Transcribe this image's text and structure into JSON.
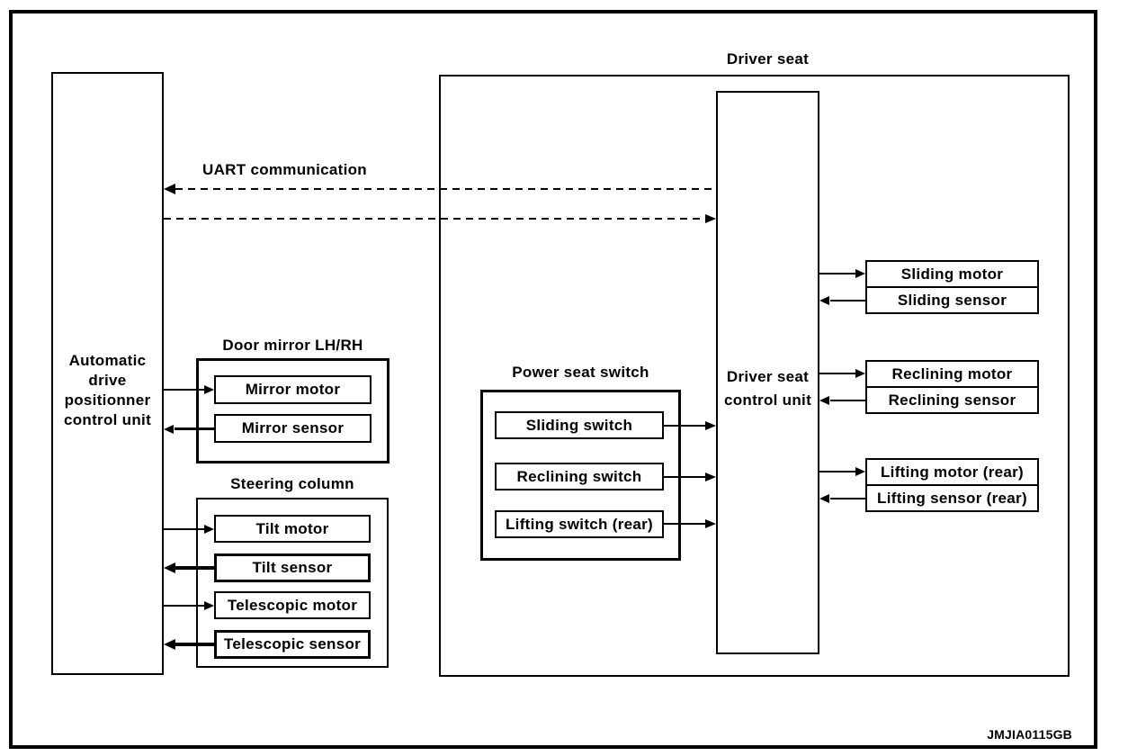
{
  "diagram": {
    "title_label": "Driver seat",
    "uart": {
      "label": "UART communication"
    },
    "left_unit": {
      "lines": [
        "Automatic",
        "drive",
        "positionner",
        "control unit"
      ]
    },
    "driver_seat_control_unit": {
      "lines": [
        "Driver seat",
        "control unit"
      ]
    },
    "door_mirror": {
      "label": "Door mirror LH/RH",
      "motor": "Mirror motor",
      "sensor": "Mirror sensor"
    },
    "steering_column": {
      "label": "Steering column",
      "items": [
        "Tilt motor",
        "Tilt sensor",
        "Telescopic motor",
        "Telescopic sensor"
      ]
    },
    "power_seat_switch": {
      "label": "Power seat switch",
      "switches": [
        "Sliding switch",
        "Reclining switch",
        "Lifting switch (rear)"
      ]
    },
    "actuators": [
      {
        "motor": "Sliding motor",
        "sensor": "Sliding sensor"
      },
      {
        "motor": "Reclining motor",
        "sensor": "Reclining sensor"
      },
      {
        "motor": "Lifting motor (rear)",
        "sensor": "Lifting sensor (rear)"
      }
    ],
    "figure_id": "JMJIA0115GB",
    "colors": {
      "line": "#000000",
      "background": "#ffffff"
    }
  }
}
